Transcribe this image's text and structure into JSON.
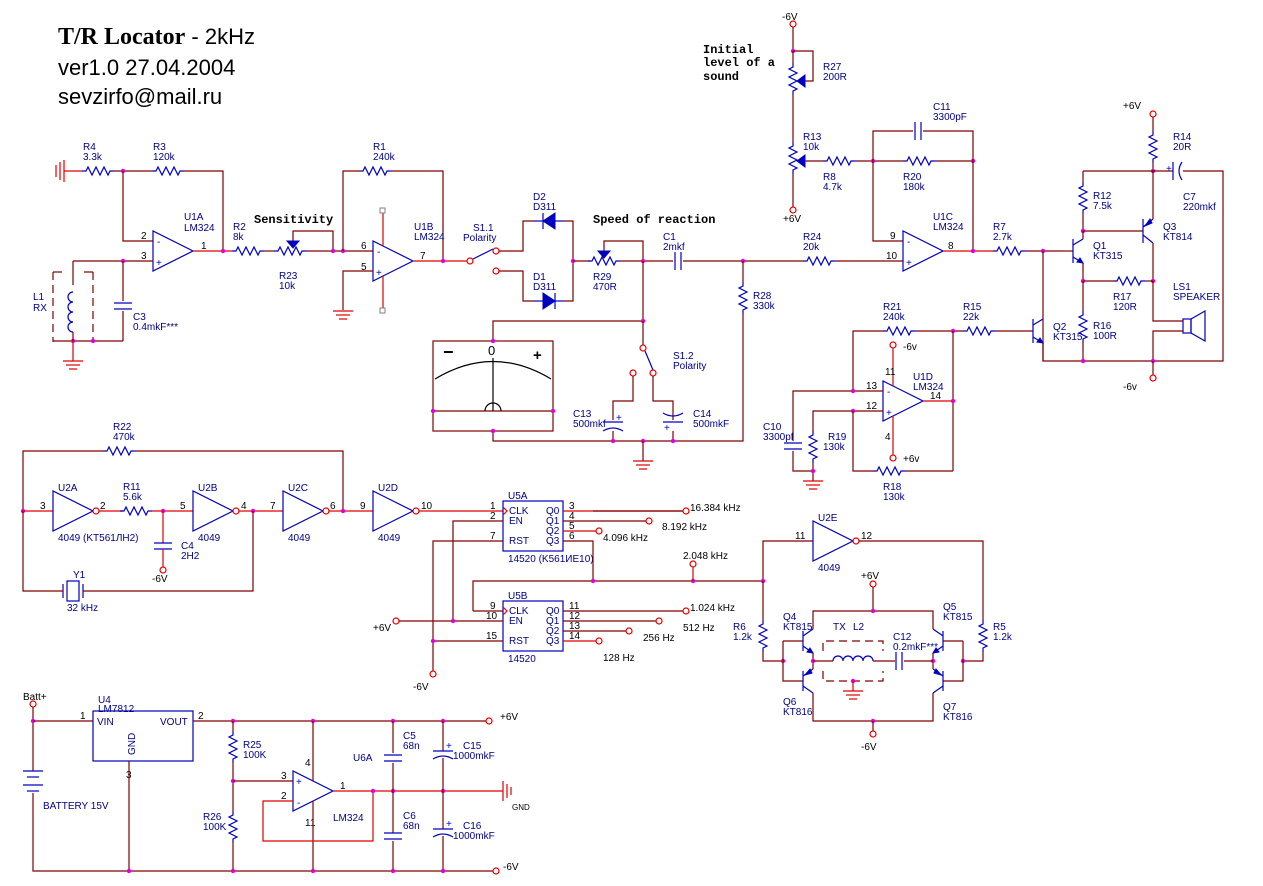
{
  "title": {
    "name": "T/R Locator",
    "suffix": " -  2kHz",
    "version": "ver1.0   27.04.2004",
    "email": "sevzirfo@mail.ru"
  },
  "notes": {
    "sensitivity": "Sensitivity",
    "speed": "Speed of reaction",
    "initial1": "Initial",
    "initial2": "level of a",
    "initial3": "sound"
  },
  "colors": {
    "wire": "#800000",
    "lead": "#e00000",
    "component": "#0000c0",
    "junction": "#e000e0"
  },
  "components": {
    "R4": {
      "ref": "R4",
      "val": "3.3k"
    },
    "R3": {
      "ref": "R3",
      "val": "120k"
    },
    "R1": {
      "ref": "R1",
      "val": "240k"
    },
    "R2": {
      "ref": "R2",
      "val": "8k"
    },
    "R23": {
      "ref": "R23",
      "val": "10k"
    },
    "U1A": {
      "ref": "U1A",
      "val": "LM324"
    },
    "U1B": {
      "ref": "U1B",
      "val": "LM324"
    },
    "U1C": {
      "ref": "U1C",
      "val": "LM324"
    },
    "U1D": {
      "ref": "U1D",
      "val": "LM324"
    },
    "L1": {
      "ref": "L1",
      "val": "RX"
    },
    "C3": {
      "ref": "C3",
      "val": "0.4mkF***"
    },
    "S11": {
      "ref": "S1.1",
      "val": "Polarity"
    },
    "S12": {
      "ref": "S1.2",
      "val": "Polarity"
    },
    "D2": {
      "ref": "D2",
      "val": "D311"
    },
    "D1": {
      "ref": "D1",
      "val": "D311"
    },
    "R29": {
      "ref": "R29",
      "val": "470R"
    },
    "C1": {
      "ref": "C1",
      "val": "2mkf"
    },
    "R28": {
      "ref": "R28",
      "val": "330k"
    },
    "C13": {
      "ref": "C13",
      "val": "500mkf"
    },
    "C14": {
      "ref": "C14",
      "val": "500mkF"
    },
    "R27": {
      "ref": "R27",
      "val": "200R"
    },
    "R13": {
      "ref": "R13",
      "val": "10k"
    },
    "R8": {
      "ref": "R8",
      "val": "4.7k"
    },
    "C11": {
      "ref": "C11",
      "val": "3300pF"
    },
    "R20": {
      "ref": "R20",
      "val": "180k"
    },
    "R24": {
      "ref": "R24",
      "val": "20k"
    },
    "R7": {
      "ref": "R7",
      "val": "2.7k"
    },
    "R14": {
      "ref": "R14",
      "val": "20R"
    },
    "C7": {
      "ref": "C7",
      "val": "220mkf"
    },
    "R12": {
      "ref": "R12",
      "val": "7.5k"
    },
    "Q3": {
      "ref": "Q3",
      "val": "KT814"
    },
    "Q1": {
      "ref": "Q1",
      "val": "KT315"
    },
    "Q2": {
      "ref": "Q2",
      "val": "KT315"
    },
    "R17": {
      "ref": "R17",
      "val": "120R"
    },
    "R16": {
      "ref": "R16",
      "val": "100R"
    },
    "LS1": {
      "ref": "LS1",
      "val": "SPEAKER"
    },
    "R21": {
      "ref": "R21",
      "val": "240k"
    },
    "R15": {
      "ref": "R15",
      "val": "22k"
    },
    "C10": {
      "ref": "C10",
      "val": "3300pf"
    },
    "R19": {
      "ref": "R19",
      "val": "130k"
    },
    "R18": {
      "ref": "R18",
      "val": "130k"
    },
    "R22": {
      "ref": "R22",
      "val": "470k"
    },
    "U2A": {
      "ref": "U2A",
      "val": "4049 (KT561ЛН2)"
    },
    "R11": {
      "ref": "R11",
      "val": "5.6k"
    },
    "U2B": {
      "ref": "U2B",
      "val": "4049"
    },
    "C4": {
      "ref": "C4",
      "val": "2H2"
    },
    "U2C": {
      "ref": "U2C",
      "val": "4049"
    },
    "U2D": {
      "ref": "U2D",
      "val": "4049"
    },
    "U2E": {
      "ref": "U2E",
      "val": "4049"
    },
    "Y1": {
      "ref": "Y1",
      "val": "32 kHz"
    },
    "U5A": {
      "ref": "U5A",
      "val": "14520 (K561ИЕ10)"
    },
    "U5B": {
      "ref": "U5B",
      "val": "14520"
    },
    "R6": {
      "ref": "R6",
      "val": "1.2k"
    },
    "R5": {
      "ref": "R5",
      "val": "1.2k"
    },
    "Q4": {
      "ref": "Q4",
      "val": "KT815"
    },
    "Q5": {
      "ref": "Q5",
      "val": "KT815"
    },
    "Q6": {
      "ref": "Q6",
      "val": "KT816"
    },
    "Q7": {
      "ref": "Q7",
      "val": "KT816"
    },
    "TX": {
      "ref": "TX",
      "val": "L2"
    },
    "C12": {
      "ref": "C12",
      "val": "0.2mkF***"
    },
    "U4": {
      "ref": "U4",
      "val": "LM7812",
      "vin": "VIN",
      "vout": "VOUT",
      "gnd": "GND"
    },
    "BAT": {
      "ref": "Batt+",
      "val": "BATTERY 15V"
    },
    "R25": {
      "ref": "R25",
      "val": "100K"
    },
    "R26": {
      "ref": "R26",
      "val": "100K"
    },
    "U6A": {
      "ref": "U6A",
      "val": "LM324"
    },
    "C5": {
      "ref": "C5",
      "val": "68n"
    },
    "C6": {
      "ref": "C6",
      "val": "68n"
    },
    "C15": {
      "ref": "C15",
      "val": "1000mkF"
    },
    "C16": {
      "ref": "C16",
      "val": "1000mkF"
    }
  },
  "counter_pins": {
    "clk": "CLK",
    "en": "EN",
    "rst": "RST",
    "q0": "Q0",
    "q1": "Q1",
    "q2": "Q2",
    "q3": "Q3"
  },
  "frequencies": [
    "16.384 kHz",
    "8.192 kHz",
    "4.096 kHz",
    "2.048 kHz",
    "1.024 kHz",
    "512  Hz",
    "256  Hz",
    "128  Hz"
  ],
  "rails": {
    "neg6V": "-6V",
    "pos6V": "+6V",
    "neg6v": "-6v",
    "pos6v": "+6v",
    "gnd": "GND"
  },
  "meter": {
    "minus": "−",
    "zero": "0",
    "plus": "+"
  },
  "pins": {
    "u1a": [
      "2",
      "3",
      "1"
    ],
    "u1b": [
      "6",
      "5",
      "7"
    ],
    "u1c": [
      "9",
      "10",
      "8"
    ],
    "u1d": [
      "13",
      "12",
      "14",
      "11",
      "4"
    ],
    "u2a": [
      "3",
      "2"
    ],
    "u2b": [
      "5",
      "4"
    ],
    "u2c": [
      "7",
      "6"
    ],
    "u2d": [
      "9",
      "10"
    ],
    "u2e": [
      "11",
      "12"
    ],
    "u5a": [
      "1",
      "2",
      "7",
      "3",
      "4",
      "5",
      "6"
    ],
    "u5b": [
      "9",
      "10",
      "15",
      "11",
      "12",
      "13",
      "14"
    ],
    "u4": [
      "1",
      "2",
      "3"
    ],
    "u6a": [
      "3",
      "2",
      "1",
      "4",
      "11"
    ]
  }
}
